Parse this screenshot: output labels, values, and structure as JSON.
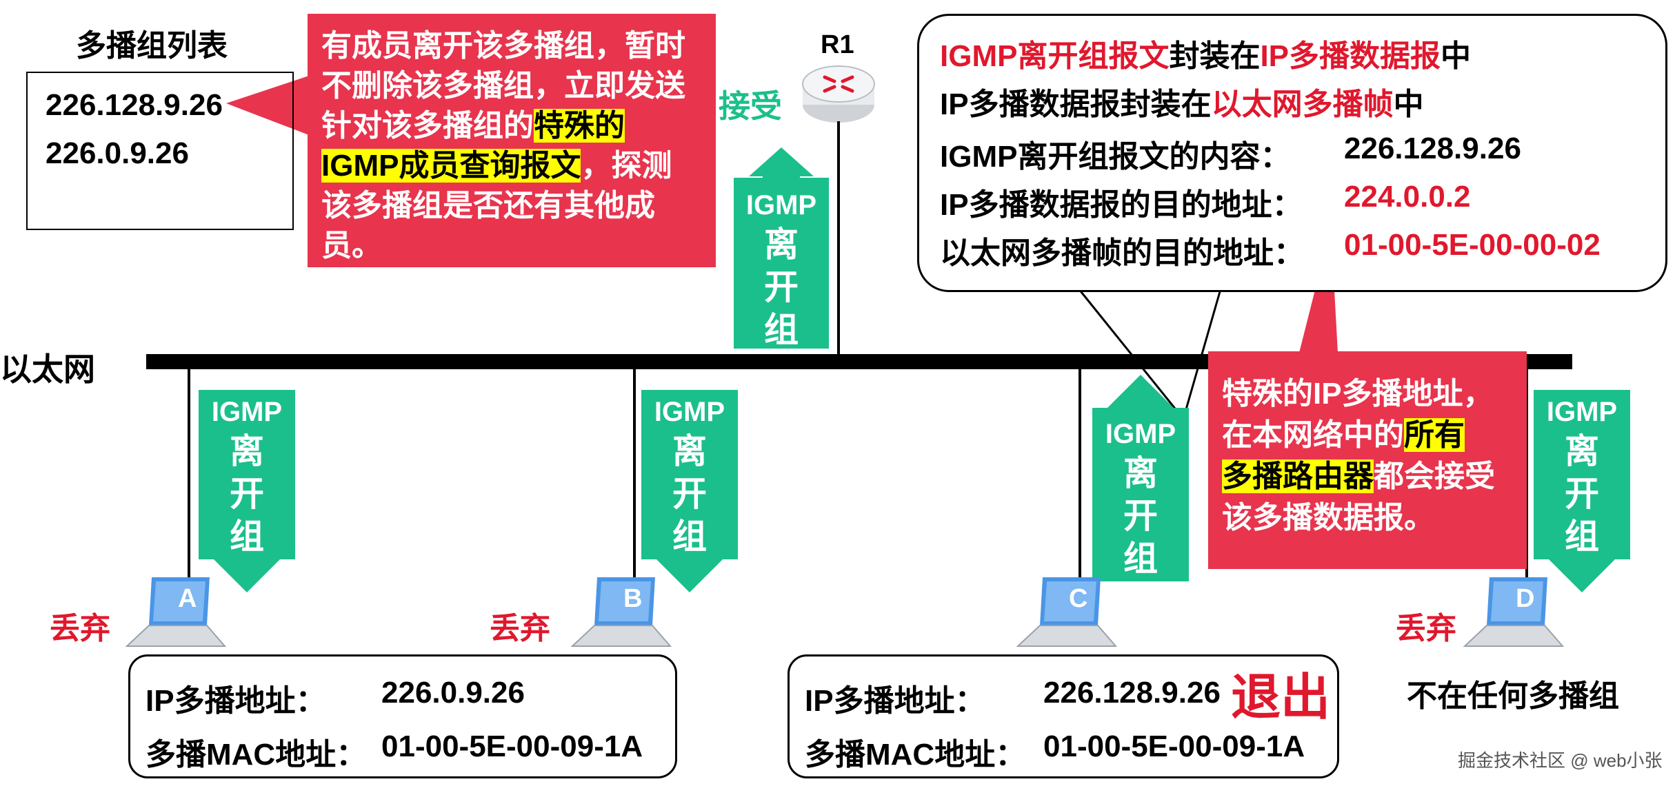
{
  "group_list": {
    "title": "多播组列表",
    "items": [
      "226.128.9.26",
      "226.0.9.26"
    ]
  },
  "callout_left": {
    "part1": "有成员离开该多播组，暂时不删除该多播组，立即发送针对该多播组的",
    "highlight": "特殊的IGMP成员查询报文",
    "part2": "，探测该多播组是否还有其他成员。"
  },
  "router": {
    "label": "R1",
    "accept": "接受"
  },
  "ethernet": {
    "label": "以太网"
  },
  "arrow": {
    "line1": "IGMP",
    "line2": "离",
    "line3": "开",
    "line4": "组"
  },
  "info_bubble": {
    "line1_a": "IGMP离开组报文",
    "line1_b": "封装在",
    "line1_c": "IP多播数据报",
    "line1_d": "中",
    "line2_a": "IP多播数据报封装在",
    "line2_b": "以太网多播帧",
    "line2_c": "中",
    "row3_label": "IGMP离开组报文的内容：",
    "row3_value": "226.128.9.26",
    "row4_label": "IP多播数据报的目的地址：",
    "row4_value": "224.0.0.2",
    "row5_label": "以太网多播帧的目的地址：",
    "row5_value": "01-00-5E-00-00-02"
  },
  "callout_right": {
    "part1": "特殊的IP多播地址，在本网络中的",
    "highlight1": "所有",
    "highlight2": "多播路由器",
    "part2": "都会接受该多播数据报。"
  },
  "hosts": [
    {
      "letter": "A",
      "drop": "丢弃"
    },
    {
      "letter": "B",
      "drop": "丢弃"
    },
    {
      "letter": "C"
    },
    {
      "letter": "D",
      "drop": "丢弃"
    }
  ],
  "box_ab": {
    "ip_label": "IP多播地址：",
    "ip_value": "226.0.9.26",
    "mac_label": "多播MAC地址：",
    "mac_value": "01-00-5E-00-09-1A"
  },
  "box_c": {
    "ip_label": "IP多播地址：",
    "ip_value": "226.128.9.26",
    "mac_label": "多播MAC地址：",
    "mac_value": "01-00-5E-00-09-1A",
    "exit": "退出"
  },
  "host_d_note": "不在任何多播组",
  "watermark": "掘金技术社区 @ web小张",
  "colors": {
    "red": "#e8344d",
    "green": "#1bbf8b",
    "highlight": "#ffff00"
  }
}
